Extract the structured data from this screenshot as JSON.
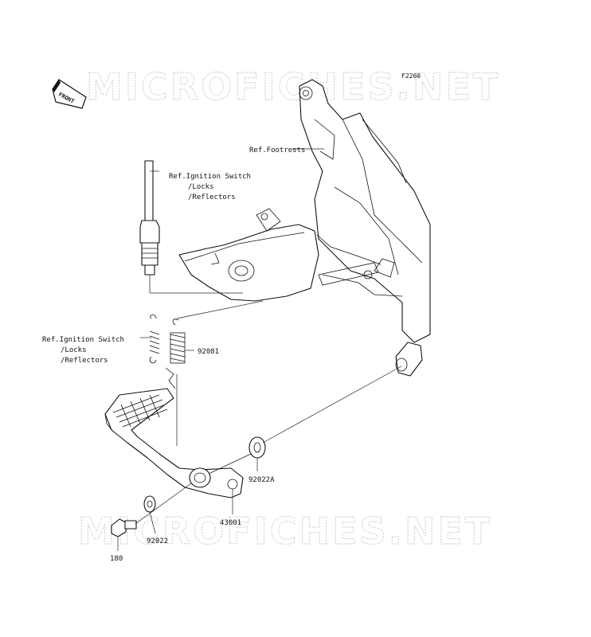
{
  "diagram_code": "F2260",
  "front_label": "FRONT",
  "watermark": "MICROFICHES.NET",
  "labels": {
    "footrests_ref": "Ref.Footrests",
    "ignition_ref_top": [
      "Ref.Ignition Switch",
      "/Locks",
      "/Reflectors"
    ],
    "ignition_ref_left": [
      "Ref.Ignition Switch",
      "/Locks",
      "/Reflectors"
    ],
    "spring": "92081",
    "washer_a": "92022A",
    "pedal": "43001",
    "washer": "92022",
    "bolt": "180"
  },
  "colors": {
    "line": "#111111",
    "watermark": "#d2d2d2"
  }
}
